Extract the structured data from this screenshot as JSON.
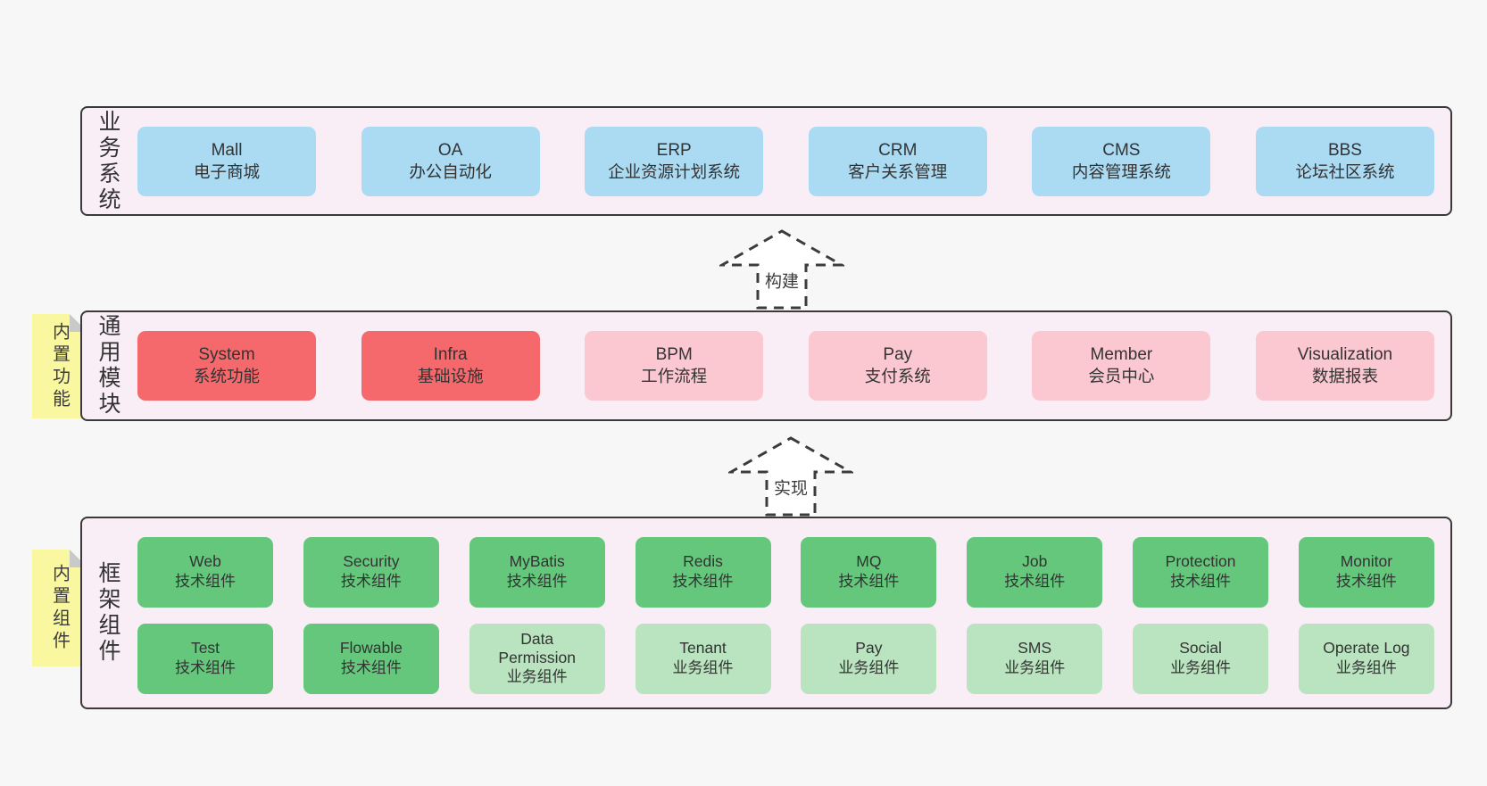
{
  "canvas": {
    "background": "#f7f7f7"
  },
  "colors": {
    "layer_background": "#f9edf6",
    "layer_border": "#3a3a3a",
    "blue_box": "#abdaf3",
    "red_box": "#f5696d",
    "pink_box": "#fbc8d2",
    "green_dark_box": "#64c77c",
    "green_light_box": "#b9e4bf",
    "sticky_note": "#f9f8a0",
    "sticky_fold": "#c9c9c9"
  },
  "arrows": {
    "build": "构建",
    "implement": "实现"
  },
  "layers": {
    "business": {
      "label": "业务系统",
      "boxes": [
        {
          "en": "Mall",
          "zh": "电子商城"
        },
        {
          "en": "OA",
          "zh": "办公自动化"
        },
        {
          "en": "ERP",
          "zh": "企业资源计划系统"
        },
        {
          "en": "CRM",
          "zh": "客户关系管理"
        },
        {
          "en": "CMS",
          "zh": "内容管理系统"
        },
        {
          "en": "BBS",
          "zh": "论坛社区系统"
        }
      ]
    },
    "modules": {
      "label": "通用模块",
      "sticky": "内置功能",
      "boxes": [
        {
          "en": "System",
          "zh": "系统功能"
        },
        {
          "en": "Infra",
          "zh": "基础设施"
        },
        {
          "en": "BPM",
          "zh": "工作流程"
        },
        {
          "en": "Pay",
          "zh": "支付系统"
        },
        {
          "en": "Member",
          "zh": "会员中心"
        },
        {
          "en": "Visualization",
          "zh": "数据报表"
        }
      ]
    },
    "components": {
      "label": "框架组件",
      "sticky": "内置组件",
      "row1": [
        {
          "en": "Web",
          "zh": "技术组件"
        },
        {
          "en": "Security",
          "zh": "技术组件"
        },
        {
          "en": "MyBatis",
          "zh": "技术组件"
        },
        {
          "en": "Redis",
          "zh": "技术组件"
        },
        {
          "en": "MQ",
          "zh": "技术组件"
        },
        {
          "en": "Job",
          "zh": "技术组件"
        },
        {
          "en": "Protection",
          "zh": "技术组件"
        },
        {
          "en": "Monitor",
          "zh": "技术组件"
        }
      ],
      "row2": [
        {
          "en": "Test",
          "zh": "技术组件"
        },
        {
          "en": "Flowable",
          "zh": "技术组件"
        },
        {
          "en": "Data Permission",
          "zh": "业务组件"
        },
        {
          "en": "Tenant",
          "zh": "业务组件"
        },
        {
          "en": "Pay",
          "zh": "业务组件"
        },
        {
          "en": "SMS",
          "zh": "业务组件"
        },
        {
          "en": "Social",
          "zh": "业务组件"
        },
        {
          "en": "Operate Log",
          "zh": "业务组件"
        }
      ]
    }
  }
}
